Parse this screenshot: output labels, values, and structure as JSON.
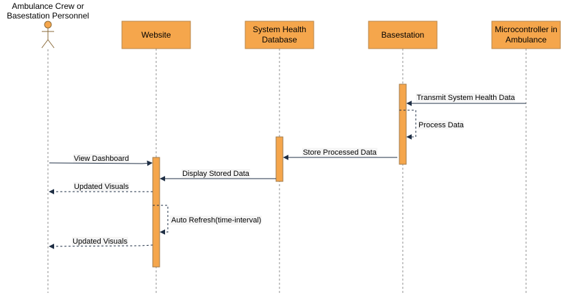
{
  "colors": {
    "participant_fill": "#f5a64c",
    "participant_stroke": "#b8864a",
    "activation_fill": "#f5a64c",
    "activation_stroke": "#a07a4a",
    "lifeline": "#8c8c8c",
    "arrow": "#1f2f45",
    "label_bg": "#f5f5f5"
  },
  "actor": {
    "label_line1": "Ambulance Crew or",
    "label_line2": "Basestation Personnel"
  },
  "participants": [
    {
      "id": "website",
      "label_lines": [
        "Website"
      ]
    },
    {
      "id": "database",
      "label_lines": [
        "System Health",
        "Database"
      ]
    },
    {
      "id": "basestation",
      "label_lines": [
        "Basestation"
      ]
    },
    {
      "id": "microcontroller",
      "label_lines": [
        "Microcontroller in",
        "Ambulance"
      ]
    }
  ],
  "messages": [
    {
      "id": "transmit",
      "label": "Transmit System Health Data",
      "from": "microcontroller",
      "to": "basestation",
      "style": "solid"
    },
    {
      "id": "process",
      "label": "Process Data",
      "from": "basestation",
      "to": "basestation",
      "style": "self-dashed"
    },
    {
      "id": "store",
      "label": "Store Processed Data",
      "from": "basestation",
      "to": "database",
      "style": "solid"
    },
    {
      "id": "view",
      "label": "View Dashboard",
      "from": "actor",
      "to": "website",
      "style": "solid"
    },
    {
      "id": "display",
      "label": "Display Stored Data",
      "from": "database",
      "to": "website",
      "style": "solid"
    },
    {
      "id": "visuals1",
      "label": "Updated Visuals",
      "from": "website",
      "to": "actor",
      "style": "dashed"
    },
    {
      "id": "refresh",
      "label": "Auto Refresh(time-interval)",
      "from": "website",
      "to": "website",
      "style": "self-dashed"
    },
    {
      "id": "visuals2",
      "label": "Updated Visuals",
      "from": "website",
      "to": "actor",
      "style": "dashed"
    }
  ]
}
